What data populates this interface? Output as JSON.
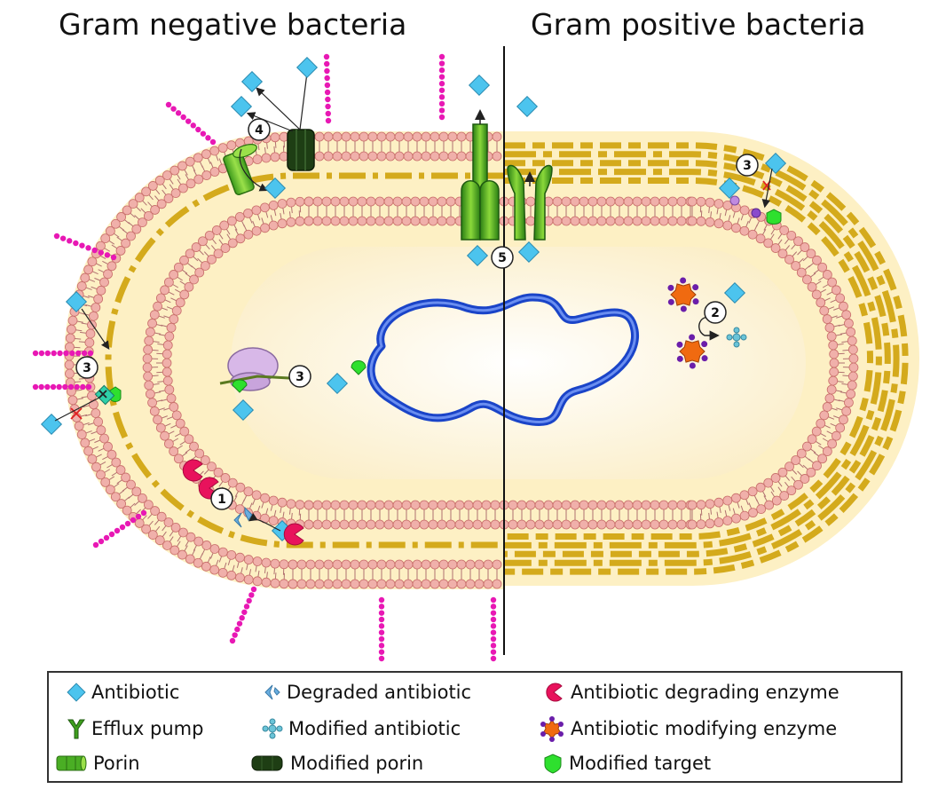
{
  "titles": {
    "left": "Gram negative bacteria",
    "right": "Gram positive bacteria"
  },
  "step_markers": [
    "1",
    "2",
    "3",
    "4",
    "5"
  ],
  "legend": {
    "antibiotic": "Antibiotic",
    "degraded_antibiotic": "Degraded antibiotic",
    "degrading_enzyme": "Antibiotic degrading enzyme",
    "efflux_pump": "Efflux pump",
    "modified_antibiotic": "Modified antibiotic",
    "modifying_enzyme": "Antibiotic modifying enzyme",
    "porin": "Porin",
    "modified_porin": "Modified porin",
    "modified_target": "Modified target"
  },
  "colors": {
    "lipid_head": "#f0b0aa",
    "lipid_head_stroke": "#c86e6a",
    "periplasm": "#fdf0c4",
    "peptidoglycan": "#d4aa1c",
    "cytoplasm": "#fdf5dc",
    "antibiotic": "#4cc4ee",
    "efflux_pump": "#3e9e1c",
    "porin": "#4aae24",
    "modified_porin": "#1e3e14",
    "degrading_enzyme": "#e8125c",
    "modifying_enzyme_core": "#f06a10",
    "modifying_enzyme_dots": "#6a1eaa",
    "modified_target": "#2ee02e",
    "dna": "#1a44c8",
    "lps_chain": "#e818b4",
    "ribosome": "#d8b8e8"
  }
}
